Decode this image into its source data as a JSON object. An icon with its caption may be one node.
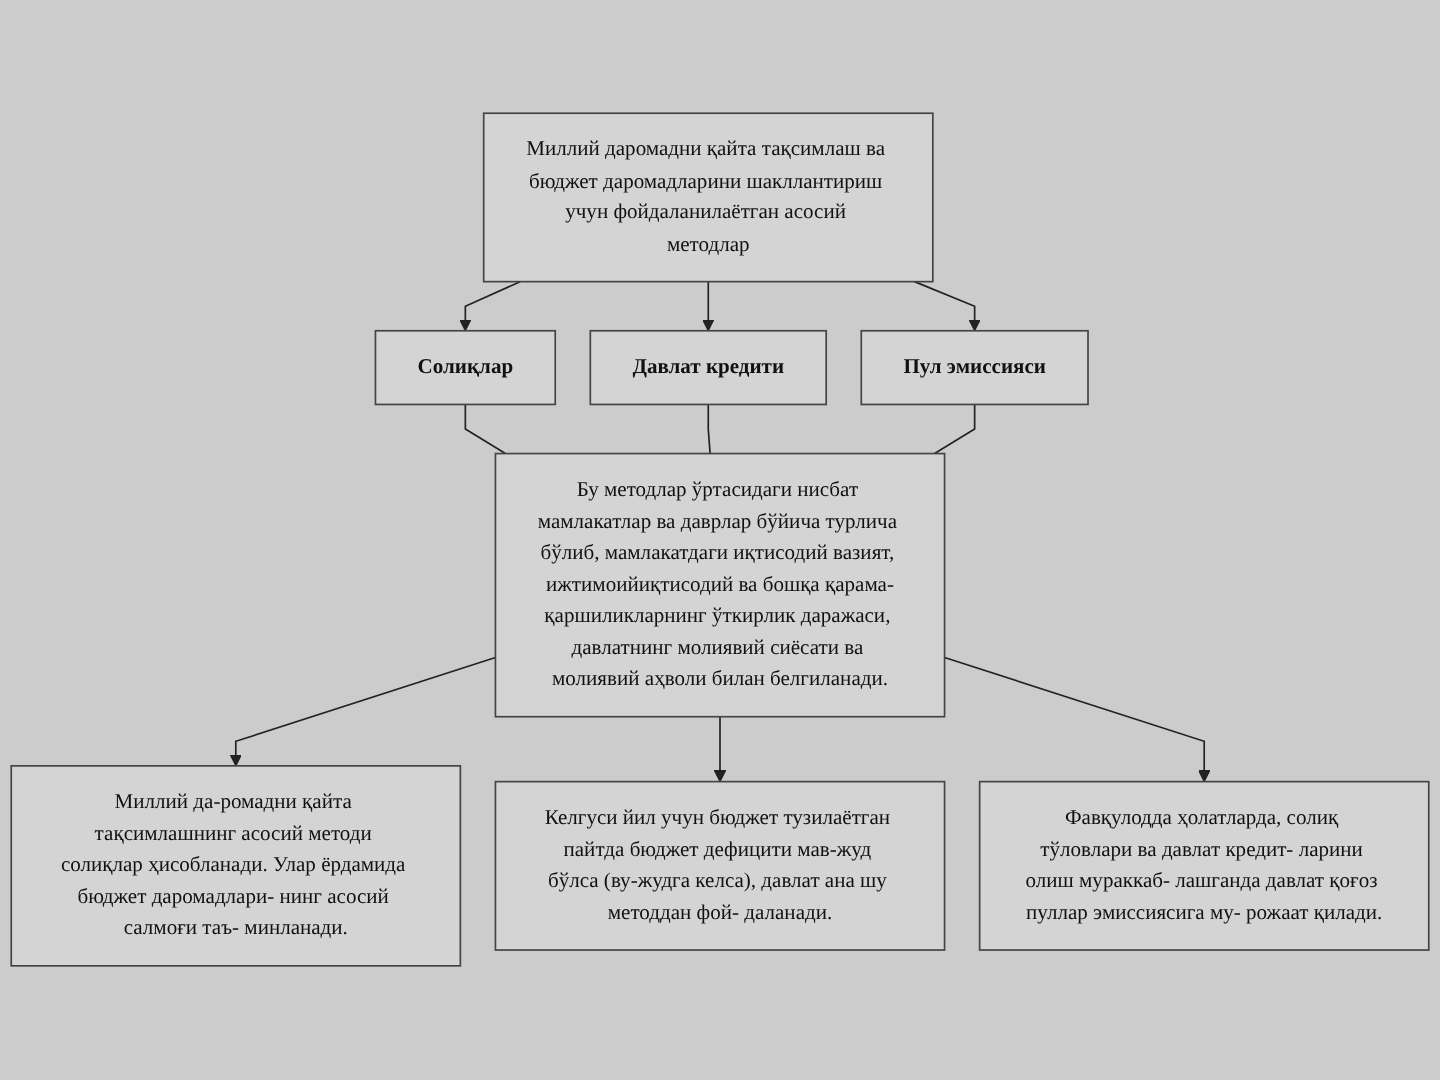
{
  "diagram": {
    "nodes": [
      {
        "text": [
          "Миллий даромадни қайта тақсимлаш ва бюджет даромадларини шакллантириш учун фойдаланилаётган асосий методлар"
        ]
      },
      {
        "text": [
          "Солиқлар"
        ]
      },
      {
        "text": [
          "Давлат кредити"
        ]
      },
      {
        "text": [
          "Пул эмиссияси"
        ]
      },
      {
        "text": [
          "Бу методлар ўртасидаги нисбат мамлакатлар ва даврлар бўйича турлича бўлиб, мамлакатдаги иқтисодий вазият, ижтимоийиқтисодий ва бошқа қарама-қаршиликларнинг ўткирлик даражаси, давлатнинг молиявий сиёсати ва молиявий аҳволи билан белгиланади."
        ]
      },
      {
        "text": [
          "Миллий да-ромадни қайта тақсимлашнинг асосий методи солиқлар ҳисобланади. Улар ёрдамида бюджет даромадлари- нинг асосий салмоғи таъ- минланади."
        ]
      },
      {
        "text": [
          "Келгуси йил учун бюджет тузилаётган пайтда бюджет дефицити мав-жуд бўлса (ву-жудга келса), давлат ана шу методдан фой- даланади."
        ]
      },
      {
        "text": [
          "Фавқулодда ҳолатларда, солиқ тўловлари ва давлат кредит- ларини олиш мураккаб- лашганда давлат қоғоз пуллар эмиссиясига му- рожаат қилади."
        ]
      }
    ],
    "edges": [
      {
        "from": 0,
        "to": 1,
        "arrow": "to"
      },
      {
        "from": 0,
        "to": 2,
        "arrow": "to"
      },
      {
        "from": 0,
        "to": 3,
        "arrow": "to"
      },
      {
        "from": 1,
        "to": 4,
        "arrow": "none"
      },
      {
        "from": 2,
        "to": 4,
        "arrow": "none"
      },
      {
        "from": 3,
        "to": 4,
        "arrow": "none"
      },
      {
        "from": 4,
        "to": 5,
        "arrow": "to"
      },
      {
        "from": 4,
        "to": 6,
        "arrow": "to"
      },
      {
        "from": 4,
        "to": 7,
        "arrow": "to"
      }
    ]
  }
}
